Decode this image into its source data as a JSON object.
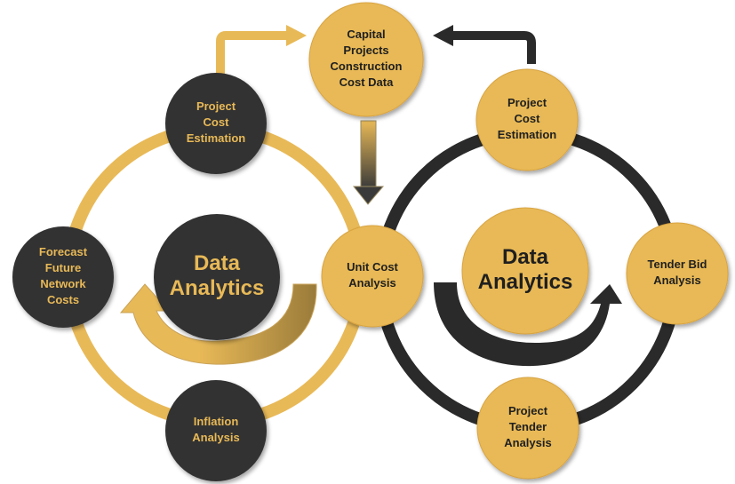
{
  "colors": {
    "gold": "#E8B957",
    "gold_stroke": "#D9A441",
    "dark": "#333333",
    "dark_ring": "#2a2a2a",
    "text_dark": "#1f1f1f"
  },
  "nodes": {
    "top_center": {
      "lines": [
        "Capital",
        "Projects",
        "Construction",
        "Cost Data"
      ]
    },
    "left_project_cost": {
      "lines": [
        "Project",
        "Cost",
        "Estimation"
      ]
    },
    "left_forecast": {
      "lines": [
        "Forecast",
        "Future",
        "Network",
        "Costs"
      ]
    },
    "left_inflation": {
      "lines": [
        "Inflation",
        "Analysis"
      ]
    },
    "left_center": {
      "lines": [
        "Data",
        "Analytics"
      ]
    },
    "unit_cost": {
      "lines": [
        "Unit Cost",
        "Analysis"
      ]
    },
    "right_project_cost": {
      "lines": [
        "Project",
        "Cost",
        "Estimation"
      ]
    },
    "right_tender_bid": {
      "lines": [
        "Tender Bid",
        "Analysis"
      ]
    },
    "right_project_tender": {
      "lines": [
        "Project",
        "Tender",
        "Analysis"
      ]
    },
    "right_center": {
      "lines": [
        "Data",
        "Analytics"
      ]
    }
  }
}
